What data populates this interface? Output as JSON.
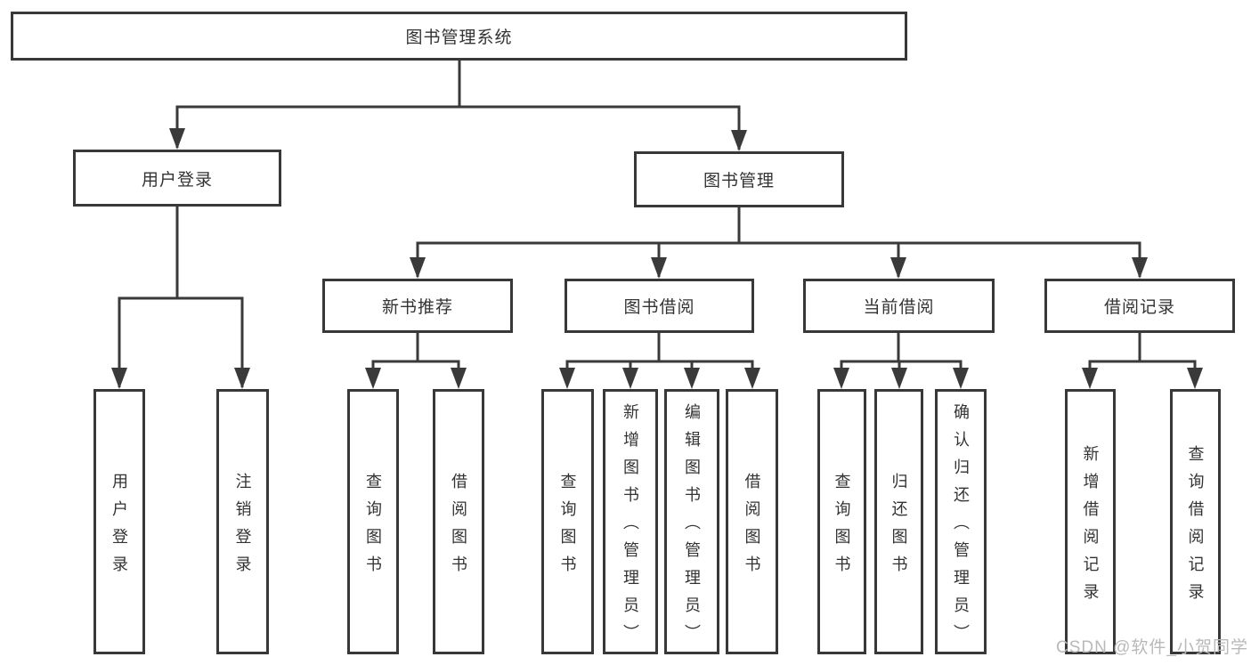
{
  "tree": {
    "label": "图书管理系统",
    "children": [
      {
        "label": "用户登录",
        "children": [
          {
            "label": "用户登录"
          },
          {
            "label": "注销登录"
          }
        ]
      },
      {
        "label": "图书管理",
        "children": [
          {
            "label": "新书推荐",
            "children": [
              {
                "label": "查询图书"
              },
              {
                "label": "借阅图书"
              }
            ]
          },
          {
            "label": "图书借阅",
            "children": [
              {
                "label": "查询图书"
              },
              {
                "label": "新增图书（管理员）"
              },
              {
                "label": "编辑图书（管理员）"
              },
              {
                "label": "借阅图书"
              }
            ]
          },
          {
            "label": "当前借阅",
            "children": [
              {
                "label": "查询图书"
              },
              {
                "label": "归还图书"
              },
              {
                "label": "确认归还（管理员）"
              }
            ]
          },
          {
            "label": "借阅记录",
            "children": [
              {
                "label": "新增借阅记录"
              },
              {
                "label": "查询借阅记录"
              }
            ]
          }
        ]
      }
    ]
  },
  "watermark": "CSDN @软件_小贺同学",
  "colors": {
    "line": "#3a3a3a",
    "box_border": "#383838",
    "text": "#333333",
    "watermark": "#b9b9b9",
    "background": "#ffffff"
  }
}
